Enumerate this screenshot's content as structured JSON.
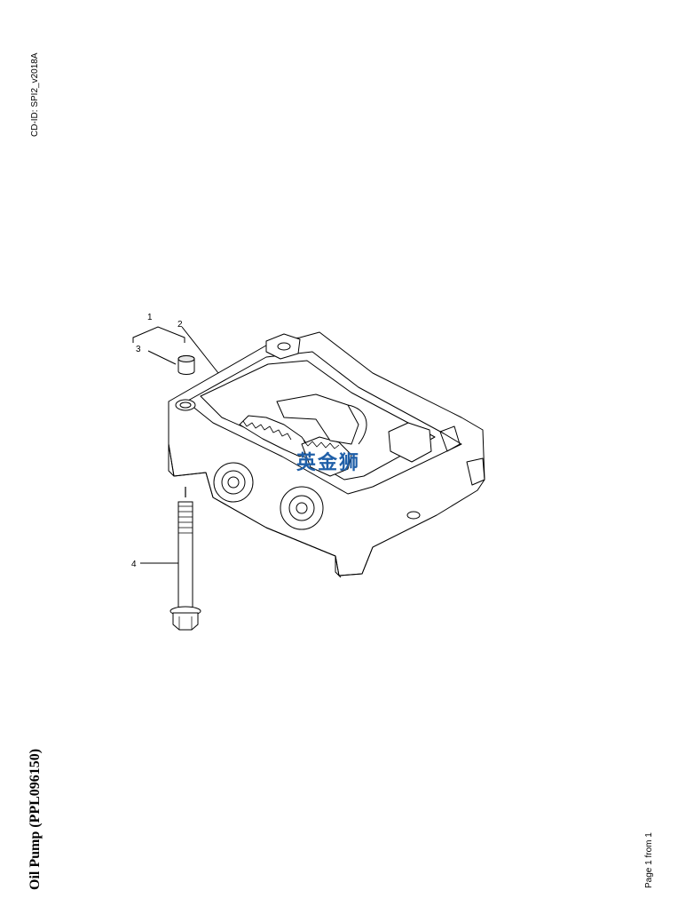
{
  "header": {
    "cd_id": "CD-ID: SPI2_v2018A"
  },
  "footer": {
    "title": "Oil Pump (PPL096150)",
    "page_info": "Page 1 from 1"
  },
  "callouts": [
    "1",
    "2",
    "3",
    "4"
  ],
  "watermark": {
    "text": "英金狮",
    "color": "#1f5fa8"
  }
}
